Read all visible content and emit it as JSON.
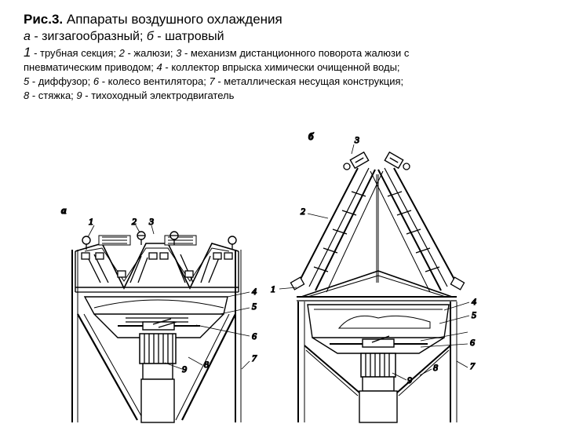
{
  "caption": {
    "fig_label": "Рис.3.",
    "title": " Аппараты воздушного охлаждения",
    "variant_a": "а",
    "variant_a_text": " - зигзагообразный; ",
    "variant_b": "б",
    "variant_b_text": " - шатровый",
    "legend": [
      {
        "num": "1",
        "text": " - трубная секция; "
      },
      {
        "num": "2",
        "text": " - жалюзи; "
      },
      {
        "num": "3",
        "text": " - механизм дистанционного поворота жалюзи с"
      },
      {
        "text": "пневматическим приводом; "
      },
      {
        "num": "4",
        "text": " - коллектор впрыска химически очищенной воды;"
      },
      {
        "num": "5",
        "text": " - диффузор; "
      },
      {
        "num": "6",
        "text": " - колесо вентилятора; "
      },
      {
        "num": "7",
        "text": " - металлическая несущая конструкция;"
      },
      {
        "num": "8",
        "text": " - стяжка; "
      },
      {
        "num": "9",
        "text": " - тихоходный электродвигатель"
      }
    ]
  },
  "drawing_a": {
    "letter": "а",
    "labels": [
      "1",
      "2",
      "3",
      "4",
      "5",
      "6",
      "7",
      "8",
      "9"
    ]
  },
  "drawing_b": {
    "letter": "б",
    "labels": [
      "1",
      "2",
      "3",
      "4",
      "5",
      "6",
      "7",
      "8",
      "9"
    ]
  },
  "colors": {
    "ink": "#000000",
    "paper": "#ffffff"
  }
}
